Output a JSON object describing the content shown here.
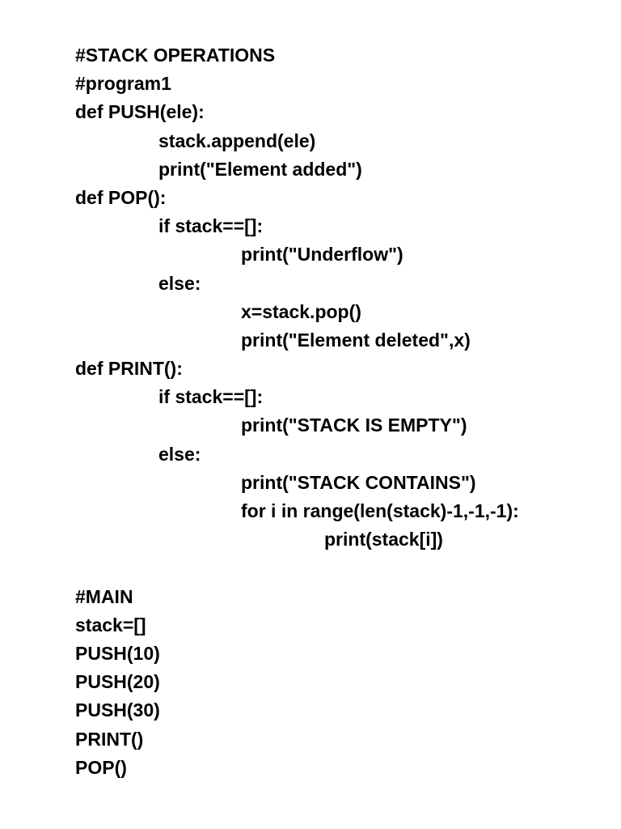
{
  "document": {
    "lines": [
      {
        "text": "#STACK OPERATIONS",
        "indent": 0
      },
      {
        "text": "#program1",
        "indent": 0
      },
      {
        "text": "def PUSH(ele):",
        "indent": 0
      },
      {
        "text": "stack.append(ele)",
        "indent": 1
      },
      {
        "text": "print(\"Element added\")",
        "indent": 1
      },
      {
        "text": "def POP():",
        "indent": 0
      },
      {
        "text": "if stack==[]:",
        "indent": 1
      },
      {
        "text": "print(\"Underflow\")",
        "indent": 2
      },
      {
        "text": "else:",
        "indent": 1
      },
      {
        "text": "x=stack.pop()",
        "indent": 2
      },
      {
        "text": "print(\"Element deleted\",x)",
        "indent": 2
      },
      {
        "text": "def PRINT():",
        "indent": 0
      },
      {
        "text": "if stack==[]:",
        "indent": 1
      },
      {
        "text": "print(\"STACK IS EMPTY\")",
        "indent": 2
      },
      {
        "text": "else:",
        "indent": 1
      },
      {
        "text": "print(\"STACK CONTAINS\")",
        "indent": 2
      },
      {
        "text": "for i in range(len(stack)-1,-1,-1):",
        "indent": 2
      },
      {
        "text": "print(stack[i])",
        "indent": 3
      },
      {
        "text": "",
        "indent": 0
      },
      {
        "text": "#MAIN",
        "indent": 0
      },
      {
        "text": "stack=[]",
        "indent": 0
      },
      {
        "text": "PUSH(10)",
        "indent": 0
      },
      {
        "text": "PUSH(20)",
        "indent": 0
      },
      {
        "text": "PUSH(30)",
        "indent": 0
      },
      {
        "text": "PRINT()",
        "indent": 0
      },
      {
        "text": "POP()",
        "indent": 0
      }
    ]
  }
}
